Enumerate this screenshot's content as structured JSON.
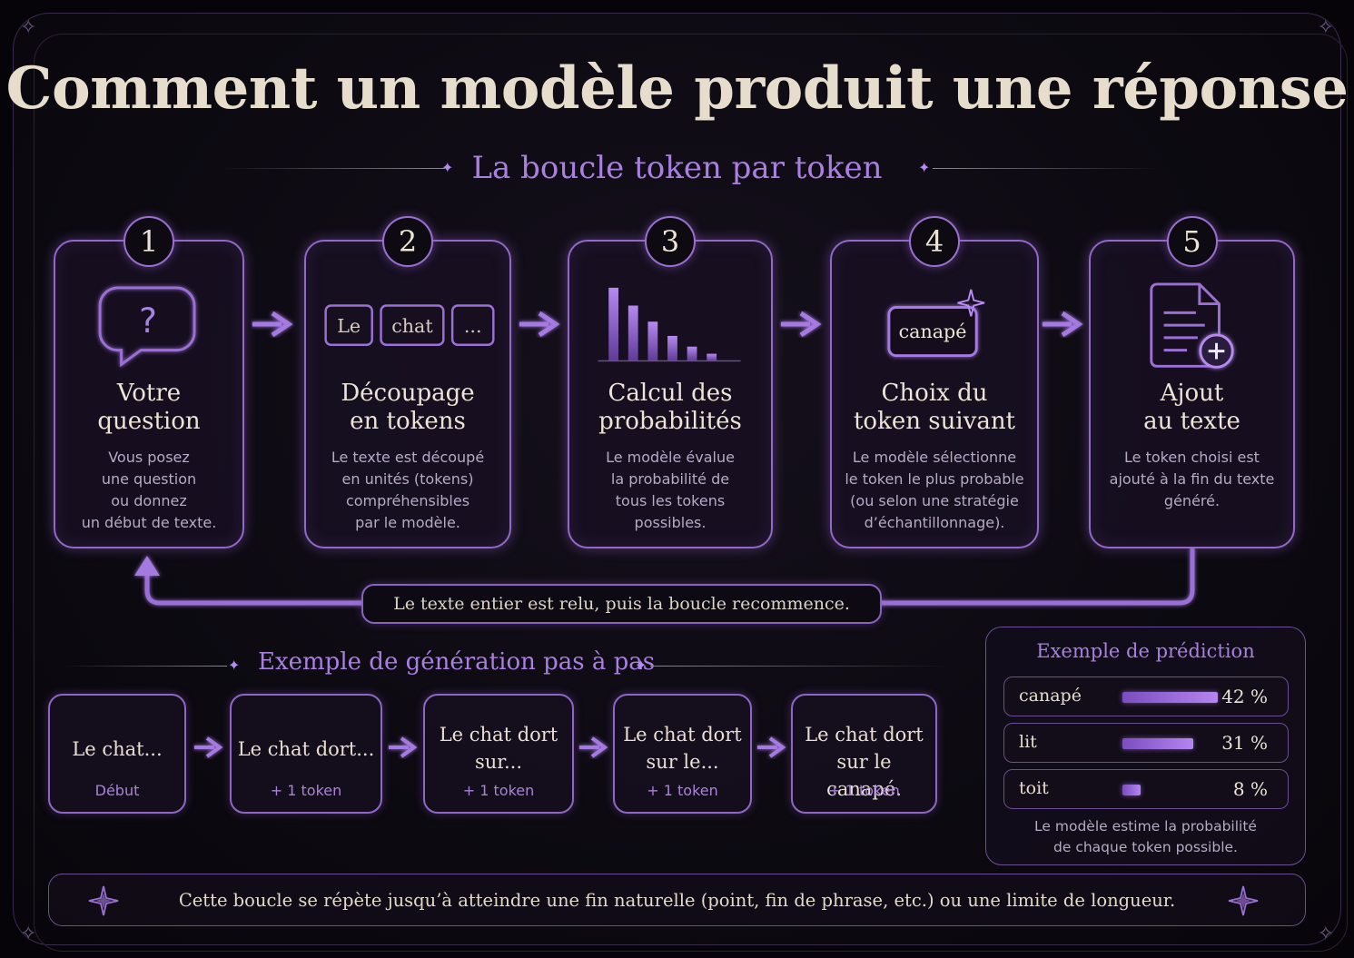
{
  "title": "Comment un modèle produit une réponse",
  "subtitle": "La boucle token par token",
  "steps": [
    {
      "num": "1",
      "title_l1": "Votre",
      "title_l2": "question",
      "icon": "question-bubble-icon",
      "desc": [
        "Vous posez",
        "une question",
        "ou donnez",
        "un début de texte."
      ]
    },
    {
      "num": "2",
      "title_l1": "Découpage",
      "title_l2": "en tokens",
      "icon": "token-chips-icon",
      "tokens": [
        "Le",
        "chat",
        "..."
      ],
      "desc": [
        "Le texte est découpé",
        "en unités (tokens)",
        "compréhensibles",
        "par le modèle."
      ]
    },
    {
      "num": "3",
      "title_l1": "Calcul des",
      "title_l2": "probabilités",
      "icon": "bar-chart-icon",
      "desc": [
        "Le modèle évalue",
        "la probabilité de",
        "tous les tokens",
        "possibles."
      ]
    },
    {
      "num": "4",
      "title_l1": "Choix du",
      "title_l2": "token suivant",
      "icon": "selected-token-icon",
      "chosen_token": "canapé",
      "desc": [
        "Le modèle sélectionne",
        "le token le plus probable",
        "(ou selon une stratégie",
        "d’échantillonnage)."
      ]
    },
    {
      "num": "5",
      "title_l1": "Ajout",
      "title_l2": "au texte",
      "icon": "document-add-icon",
      "desc": [
        "Le token choisi est",
        "ajouté à la fin du texte",
        "généré."
      ]
    }
  ],
  "loop_label": "Le texte entier est relu, puis la boucle recommence.",
  "example": {
    "title": "Exemple de génération pas à pas",
    "items": [
      {
        "l1": "Le chat...",
        "l2": "",
        "sub": "Début"
      },
      {
        "l1": "Le chat dort...",
        "l2": "",
        "sub": "+ 1 token"
      },
      {
        "l1": "Le chat dort",
        "l2": "sur...",
        "sub": "+ 1 token"
      },
      {
        "l1": "Le chat dort",
        "l2": "sur le...",
        "sub": "+ 1 token"
      },
      {
        "l1": "Le chat dort",
        "l2": "sur le canapé.",
        "sub": "+ 1 token"
      }
    ]
  },
  "prediction": {
    "title": "Exemple de prédiction",
    "rows": [
      {
        "word": "canapé",
        "pct": "42 %",
        "value": 42
      },
      {
        "word": "lit",
        "pct": "31 %",
        "value": 31
      },
      {
        "word": "toit",
        "pct": "8 %",
        "value": 8
      }
    ],
    "note_l1": "Le modèle estime la probabilité",
    "note_l2": "de chaque token possible."
  },
  "footer": "Cette boucle se répète jusqu’à atteindre une fin naturelle (point, fin de phrase, etc.) ou une limite de longueur.",
  "colors": {
    "accent": "#a97fe0",
    "border": "#9468c8",
    "background": "#0d0a12",
    "text": "#e6ddcc"
  }
}
